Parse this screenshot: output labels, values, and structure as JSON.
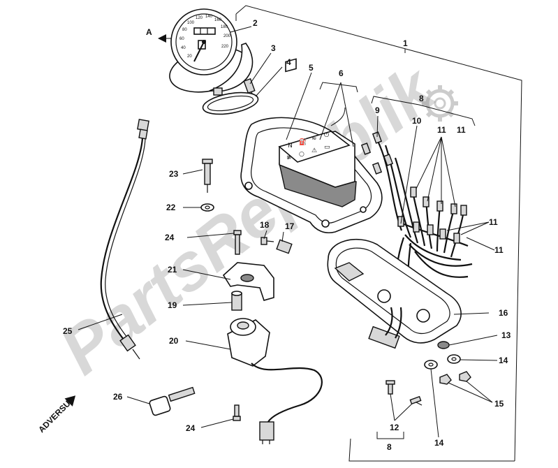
{
  "diagram": {
    "watermark": "PartsRepublik",
    "view_marker": "A",
    "orientation_label": "ADVERSUS",
    "speedometer_scale": [
      "20",
      "40",
      "60",
      "80",
      "100",
      "120",
      "140",
      "160",
      "180",
      "200",
      "220"
    ],
    "warning_icons": [
      "N",
      "⛽",
      "≈",
      "⏻",
      "≢",
      "○",
      "⚠",
      "▭"
    ],
    "callouts": [
      "1",
      "2",
      "3",
      "4",
      "5",
      "6",
      "8",
      "9",
      "10",
      "11",
      "11",
      "11",
      "11",
      "23",
      "22",
      "24",
      "18",
      "17",
      "21",
      "19",
      "25",
      "20",
      "16",
      "13",
      "14",
      "15",
      "26",
      "24",
      "12",
      "14",
      "8"
    ]
  }
}
